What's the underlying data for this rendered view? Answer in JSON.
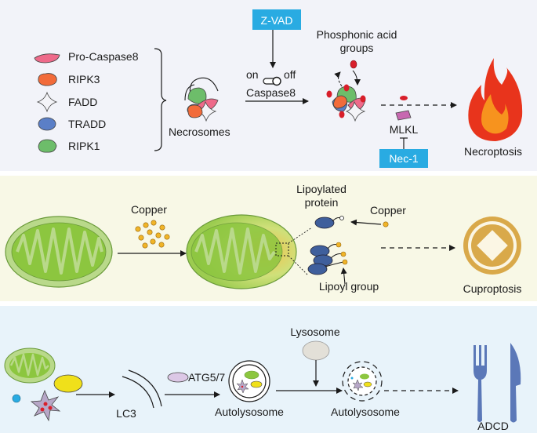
{
  "panel_necroptosis": {
    "legend": [
      "Pro-Caspase8",
      "RIPK3",
      "FADD",
      "TRADD",
      "RIPK1"
    ],
    "necrosomes_label": "Necrosomes",
    "inhibitor_zvad": "Z-VAD",
    "switch_on": "on",
    "switch_off": "off",
    "caspase8_label": "Caspase8",
    "phosphonic_label_line1": "Phosphonic acid",
    "phosphonic_label_line2": "groups",
    "mlkl_label": "MLKL",
    "inhibitor_nec1": "Nec-1",
    "outcome_label": "Necroptosis"
  },
  "panel_cuproptosis": {
    "copper_label_1": "Copper",
    "lipoylated_line1": "Lipoylated",
    "lipoylated_line2": "protein",
    "copper_label_2": "Copper",
    "lipoyl_group_label": "Lipoyl group",
    "outcome_label": "Cuproptosis"
  },
  "panel_adcd": {
    "lysosome_label": "Lysosome",
    "lc3_label": "LC3",
    "atg_label": "ATG5/7",
    "autolysosome_label_1": "Autolysosome",
    "autolysosome_label_2": "Autolysosome",
    "outcome_label": "ADCD"
  },
  "colors": {
    "panel1_bg": "#f2f3f9",
    "panel2_bg": "#f8f8e6",
    "panel3_bg": "#e8f3fa",
    "inhibitor_box": "#29abe2",
    "copper_dot": "#f0b428",
    "mitochondria_green": "#8cc63f",
    "fire_red": "#e8341c",
    "fire_orange": "#f7931e"
  },
  "icons": [
    "fire-icon",
    "copper-coin-icon",
    "fork-knife-icon",
    "mitochondrion-icon",
    "lysosome-icon"
  ]
}
